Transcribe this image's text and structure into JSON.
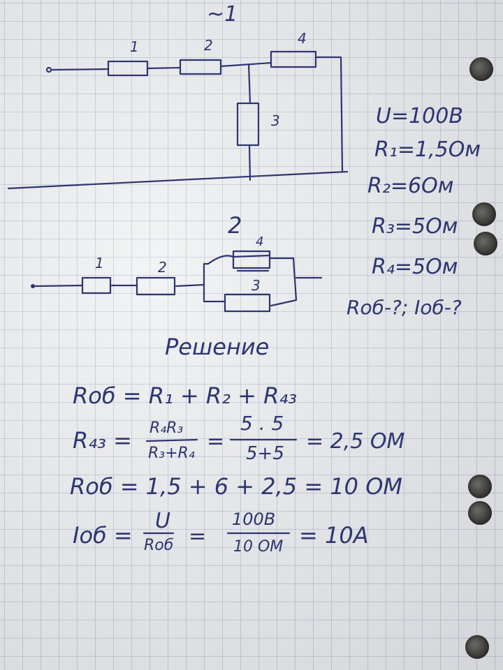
{
  "sheet": {
    "problem_number": "~1",
    "circuit1": {
      "labels": [
        "1",
        "2",
        "4",
        "3"
      ]
    },
    "circuit2": {
      "mark": "2",
      "labels": [
        "1",
        "2",
        "4",
        "3"
      ]
    },
    "givens": [
      "U=100B",
      "R₁=1,5Ом",
      "R₂=6Ом",
      "R₃=5Ом",
      "R₄=5Ом",
      "Rоб-?; Iоб-?"
    ],
    "solution_heading": "Решение",
    "equations": {
      "line1": "Rоб = R₁ + R₂ + R₄₃",
      "line2_lhs": "R₄₃ =",
      "line2_frac1_num": "R₄R₃",
      "line2_frac1_den": "R₃+R₄",
      "line2_eq": "=",
      "line2_frac2_num": "5 . 5",
      "line2_frac2_den": "5+5",
      "line2_result": "= 2,5 ОМ",
      "line3": "Rоб = 1,5 + 6 + 2,5 = 10 ОМ",
      "line4_lhs": "Iоб =",
      "line4_frac1_num": "U",
      "line4_frac1_den": "Rоб",
      "line4_eq": "=",
      "line4_frac2_num": "100B",
      "line4_frac2_den": "10 ОМ",
      "line4_result": "= 10A"
    }
  }
}
